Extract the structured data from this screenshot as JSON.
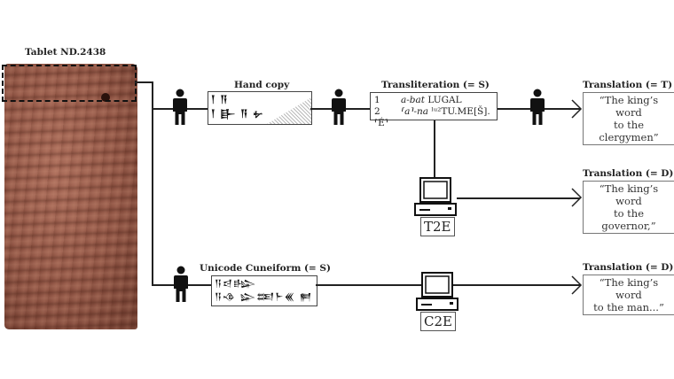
{
  "tablet": {
    "label": "Tablet ND.2438"
  },
  "hand_copy": {
    "label": "Hand copy",
    "line1": "𒁹 𒀀",
    "line2": "𒁹 𒃲 𒀀 𒉡"
  },
  "transliteration": {
    "label": "Transliteration (= S)",
    "lines": [
      {
        "num": "1",
        "italic": "a-bat",
        "rest": " LUGAL"
      },
      {
        "num": "2",
        "italic": "⸢a⸣-na",
        "rest": " ˡᵘ²TU.ME[Š].⸢É⸣"
      }
    ]
  },
  "unicode_cuneiform": {
    "label": "Unicode Cuneiform (= S)",
    "line1": "𒀀𒁀𒈗",
    "line2": "𒀀𒈾 𒇽𒌅𒈨𒌍 𒂍"
  },
  "translations": [
    {
      "label": "Translation (= T)",
      "line1": "“The king’s word",
      "line2": "to the clergymen”"
    },
    {
      "label": "Translation (= D)",
      "line1": "“The king’s word",
      "line2": "to the governor,”"
    },
    {
      "label": "Translation (= D)",
      "line1": "“The king’s word",
      "line2": "to the man...”"
    }
  ],
  "models": {
    "t2e": "T2E",
    "c2e": "C2E"
  },
  "icons": {
    "person": "person-icon",
    "computer": "computer-icon",
    "arrow": "arrow-head-icon"
  }
}
